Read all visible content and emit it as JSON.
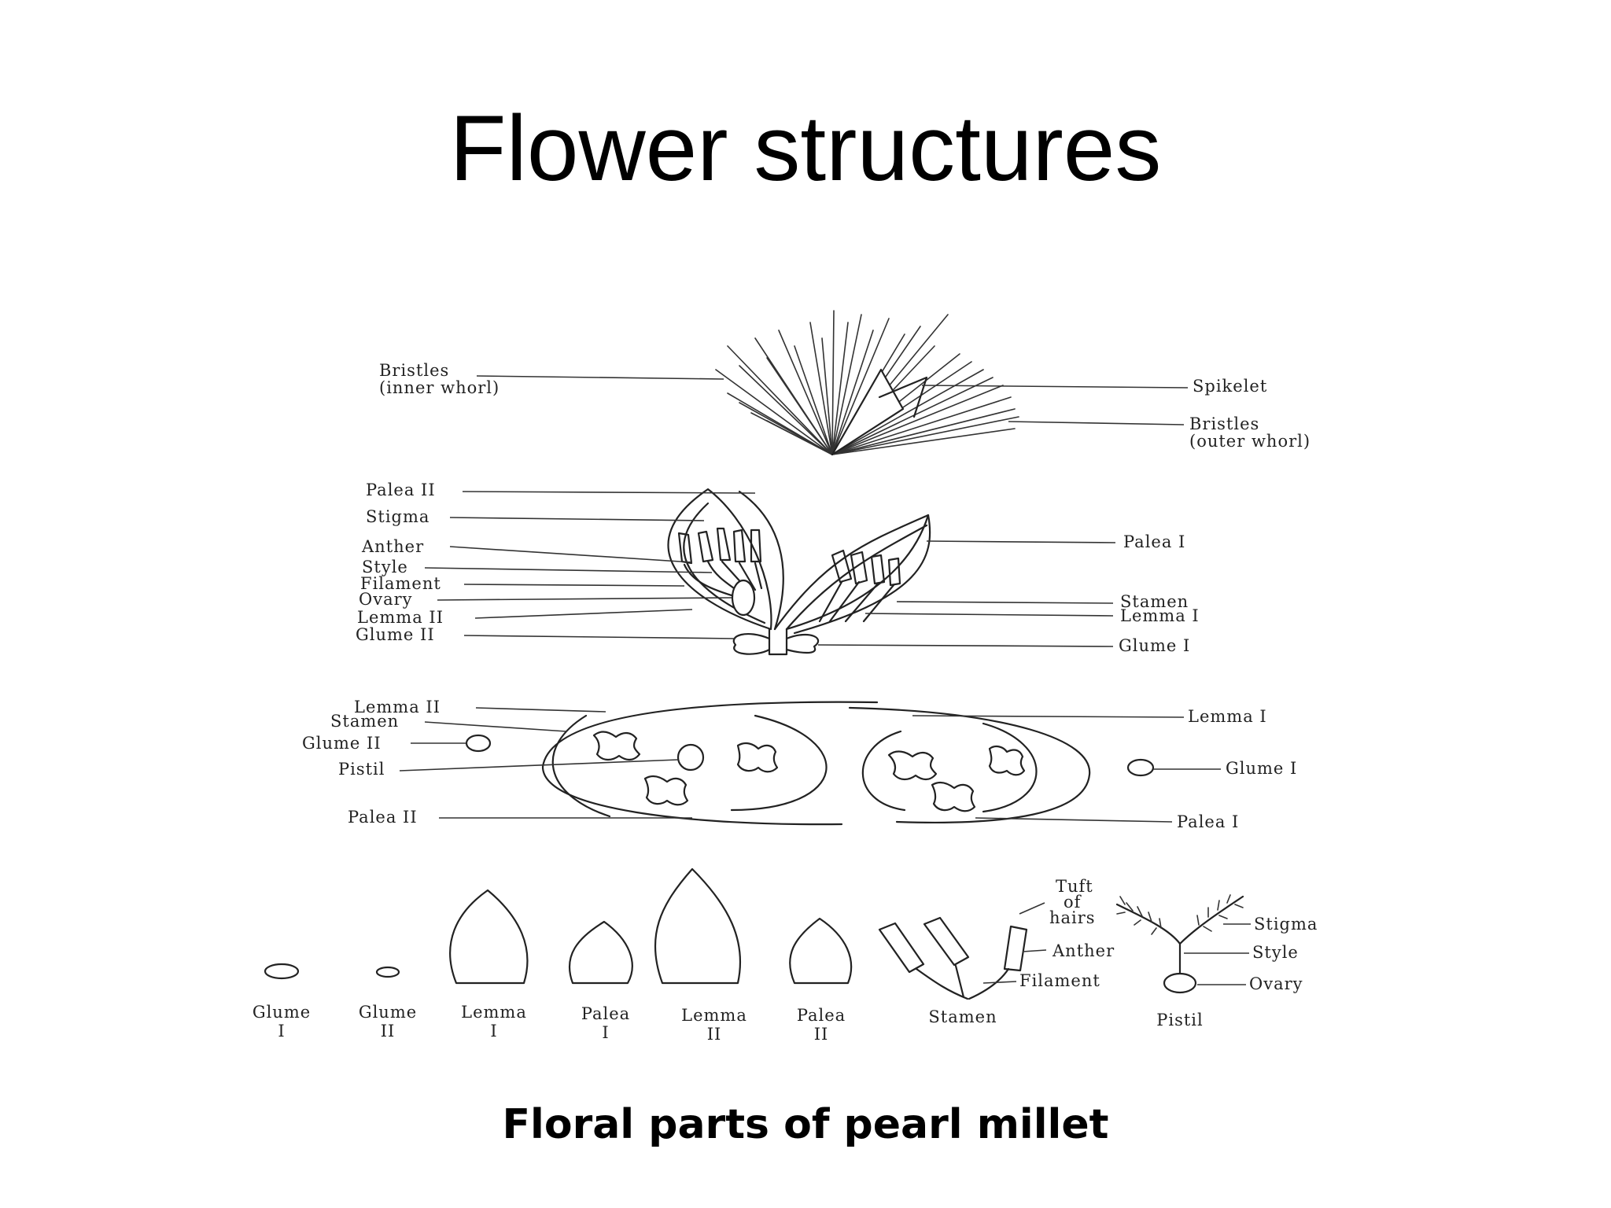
{
  "title": "Flower structures",
  "caption": "Floral parts of pearl millet",
  "spikelet_labels": {
    "bristles_inner": [
      "Bristles",
      "(inner whorl)"
    ],
    "spikelet": "Spikelet",
    "bristles_outer": [
      "Bristles",
      "(outer whorl)"
    ]
  },
  "section_labels": {
    "left": [
      "Palea II",
      "Stigma",
      "Anther",
      "Style",
      "Filament",
      "Ovary",
      "Lemma II",
      "Glume II"
    ],
    "right": [
      "Palea I",
      "Stamen",
      "Lemma I",
      "Glume I"
    ]
  },
  "cross_labels": {
    "left": [
      "Lemma II",
      "Stamen",
      "Glume II",
      "Pistil",
      "Palea II"
    ],
    "right": [
      "Lemma I",
      "Glume I",
      "Palea I"
    ]
  },
  "parts": [
    {
      "name": "Glume",
      "sub": "I"
    },
    {
      "name": "Glume",
      "sub": "II"
    },
    {
      "name": "Lemma",
      "sub": "I"
    },
    {
      "name": "Palea",
      "sub": "I"
    },
    {
      "name": "Lemma",
      "sub": "II"
    },
    {
      "name": "Palea",
      "sub": "II"
    },
    {
      "name": "Stamen",
      "sub": ""
    },
    {
      "name": "Pistil",
      "sub": ""
    }
  ],
  "stamen_detail": [
    "Tuft",
    "of",
    "hairs",
    "Anther",
    "Filament"
  ],
  "pistil_detail": [
    "Stigma",
    "Style",
    "Ovary"
  ]
}
